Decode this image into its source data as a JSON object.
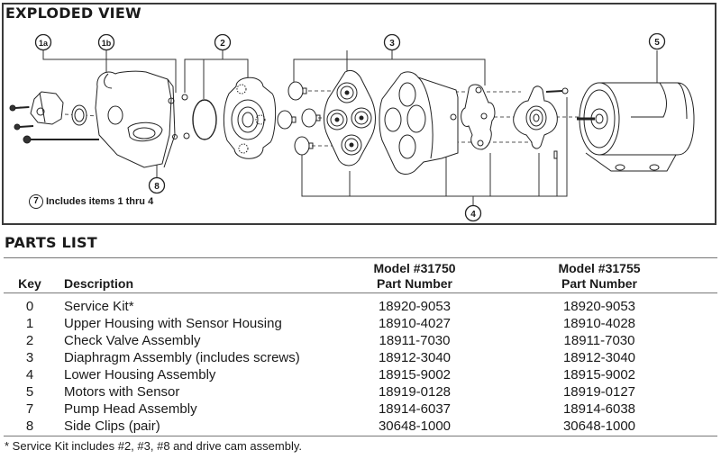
{
  "exploded_view": {
    "title": "EXPLODED VIEW",
    "callouts": {
      "c1a": "1a",
      "c1b": "1b",
      "c2": "2",
      "c3": "3",
      "c4": "4",
      "c5": "5",
      "c8": "8"
    },
    "note": {
      "number": "7",
      "text": "Includes items 1 thru 4"
    }
  },
  "parts_list": {
    "title": "PARTS LIST",
    "headers": {
      "key": "Key",
      "description": "Description",
      "model1_line1": "Model #31750",
      "model1_line2": "Part Number",
      "model2_line1": "Model #31755",
      "model2_line2": "Part Number"
    },
    "rows": [
      {
        "key": "0",
        "description": "Service Kit*",
        "part_31750": "18920-9053",
        "part_31755": "18920-9053"
      },
      {
        "key": "1",
        "description": "Upper Housing with Sensor Housing",
        "part_31750": "18910-4027",
        "part_31755": "18910-4028"
      },
      {
        "key": "2",
        "description": "Check Valve Assembly",
        "part_31750": "18911-7030",
        "part_31755": "18911-7030"
      },
      {
        "key": "3",
        "description": "Diaphragm Assembly (includes screws)",
        "part_31750": "18912-3040",
        "part_31755": "18912-3040"
      },
      {
        "key": "4",
        "description": "Lower Housing Assembly",
        "part_31750": "18915-9002",
        "part_31755": "18915-9002"
      },
      {
        "key": "5",
        "description": "Motors with Sensor",
        "part_31750": "18919-0128",
        "part_31755": "18919-0127"
      },
      {
        "key": "7",
        "description": "Pump Head Assembly",
        "part_31750": "18914-6037",
        "part_31755": "18914-6038"
      },
      {
        "key": "8",
        "description": "Side Clips (pair)",
        "part_31750": "30648-1000",
        "part_31755": "30648-1000"
      }
    ],
    "footnote": "*  Service Kit includes #2, #3, #8 and drive cam assembly."
  }
}
